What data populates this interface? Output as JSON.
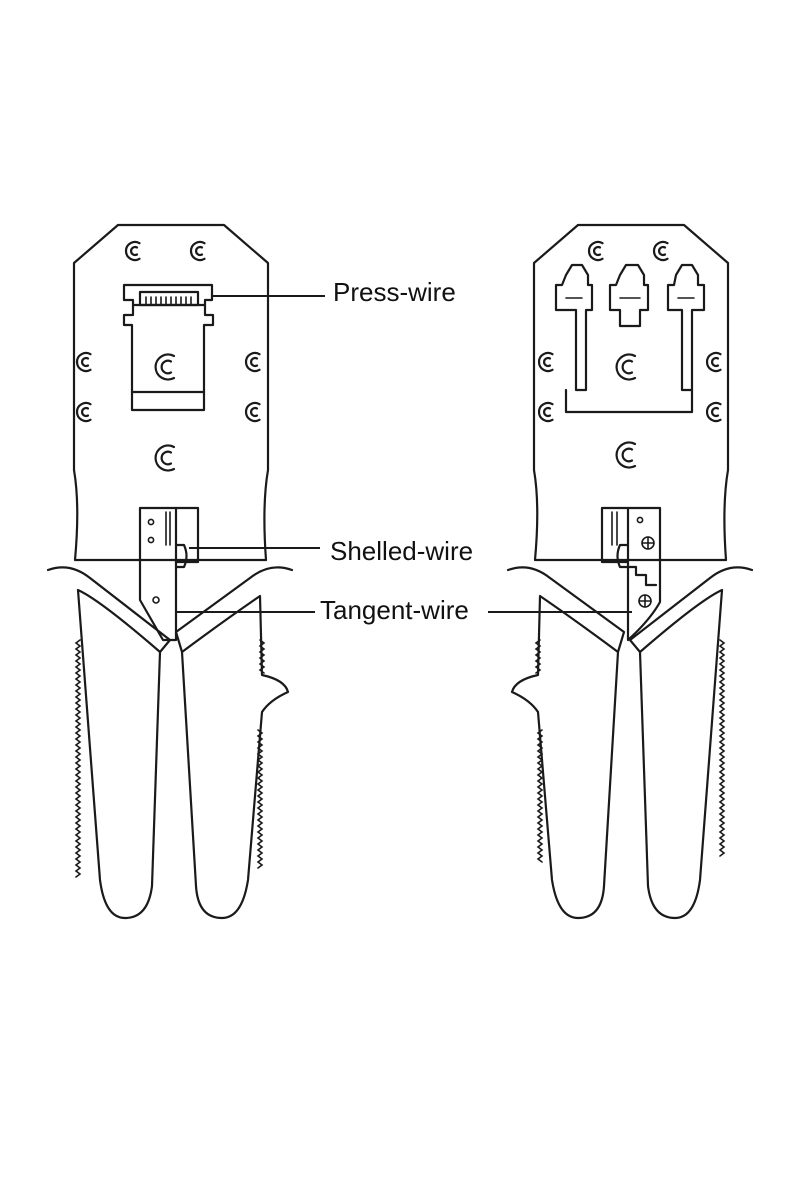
{
  "labels": {
    "press_wire": "Press-wire",
    "shelled_wire": "Shelled-wire",
    "tangent_wire": "Tangent-wire"
  },
  "colors": {
    "line": "#1a1a1a",
    "background": "#ffffff"
  }
}
